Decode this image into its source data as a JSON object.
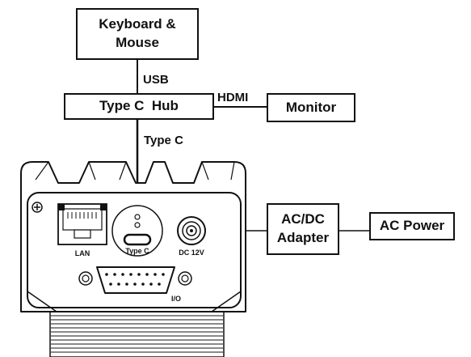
{
  "boxes": {
    "keyboard_mouse": "Keyboard & Mouse",
    "type_c_hub": "Type C  Hub",
    "monitor": "Monitor",
    "ac_dc_adapter": "AC/DC Adapter",
    "ac_power": "AC Power"
  },
  "connection_labels": {
    "usb": "USB",
    "hdmi": "HDMI",
    "type_c": "Type C"
  },
  "port_labels": {
    "lan": "LAN",
    "type_c": "Type C",
    "dc_12v": "DC 12V",
    "io": "I/O"
  }
}
